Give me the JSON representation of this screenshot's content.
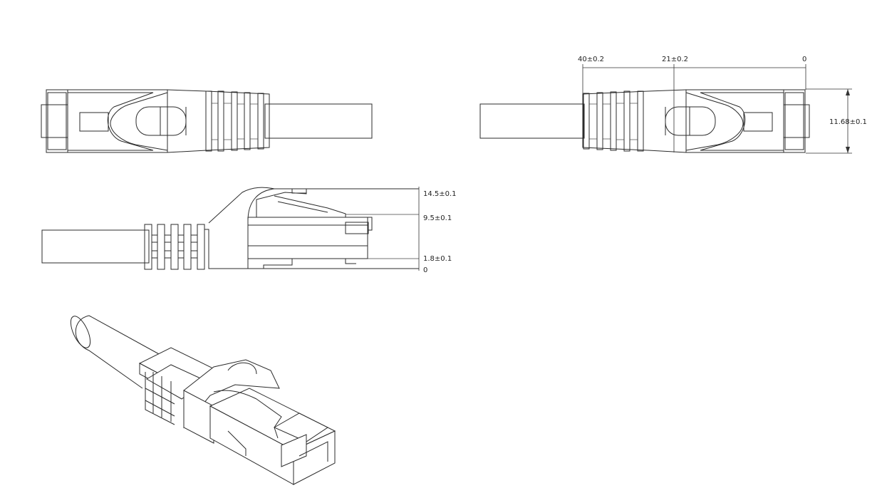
{
  "dimensions": {
    "top_right": {
      "left": "40±0.2",
      "middle": "21±0.2",
      "right": "0",
      "height": "11.68±0.1"
    },
    "side": {
      "top": "14.5±0.1",
      "upper": "9.5±0.1",
      "lower": "1.8±0.1",
      "zero": "0"
    }
  }
}
